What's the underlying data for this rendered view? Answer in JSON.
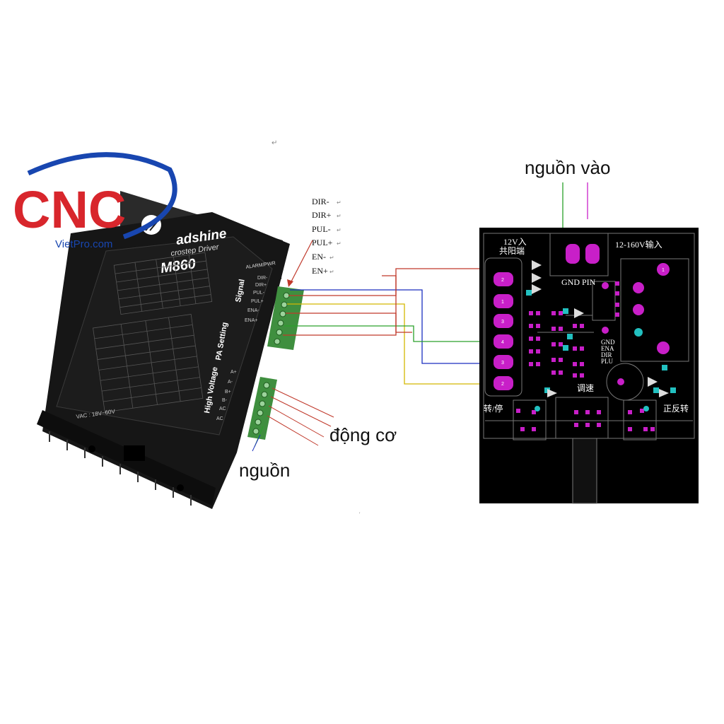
{
  "logo": {
    "text": "CNC",
    "subtext": "VietPro.com"
  },
  "driver": {
    "brand": "adshine",
    "model": "M860",
    "subtitle": "crostep Driver",
    "signal_pins": [
      "ALARM/PWR",
      "DIR-",
      "DIR+",
      "PUL-",
      "PUL+",
      "ENA-",
      "ENA+"
    ],
    "signal_label": "Signal",
    "pa_label": "PA Setting",
    "hv_label": "High Voltage",
    "hv_pins": [
      "A+",
      "A-",
      "B+",
      "B-",
      "AC",
      "AC"
    ],
    "bottom_text": "VAC : 18V~60V"
  },
  "signal_labels": [
    "DIR-",
    "DIR+",
    "PUL-",
    "PUL+",
    "EN-",
    "EN+"
  ],
  "annotations": {
    "motor": "động cơ",
    "power": "nguồn",
    "power_in": "nguồn vào"
  },
  "board": {
    "label_12v": "12V入",
    "label_common": "共阳端",
    "label_hv": "12-160V输入",
    "label_gnd_pin": "GND PIN",
    "label_pins": [
      "GND",
      "ENA",
      "DIR",
      "PLU"
    ],
    "label_speed": "调速",
    "label_run_stop": "转/停",
    "label_fwd_rev": "正反转",
    "pad_numbers": [
      "2",
      "1",
      "3",
      "4",
      "3",
      "2",
      "1"
    ]
  },
  "colors": {
    "logo_red": "#d8262c",
    "logo_blue": "#1846b0",
    "wire_red": "#c0392b",
    "wire_blue": "#1a2fbf",
    "wire_green": "#2aa02a",
    "wire_yellow": "#d4b800",
    "pad_magenta": "#c81fc8",
    "board_bg": "#000000"
  }
}
